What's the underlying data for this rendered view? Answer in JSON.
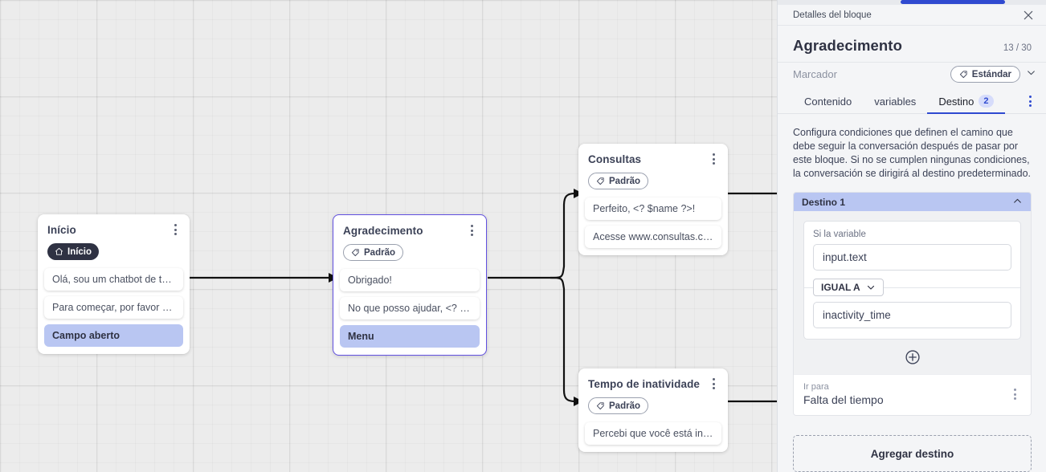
{
  "panel": {
    "topbar_title": "Detalles del bloque",
    "close_icon": "close-icon",
    "block_title": "Agradecimento",
    "char_count": "13 / 30",
    "marcador_label": "Marcador",
    "marcador_value": "Estándar",
    "tabs": [
      {
        "label": "Contenido",
        "badge": ""
      },
      {
        "label": "variables",
        "badge": ""
      },
      {
        "label": "Destino",
        "badge": "2"
      }
    ],
    "description": "Configura condiciones que definen el camino que debe seguir la conversación después de pasar por este bloque. Si no se cumplen ningunas condiciones, la conversación se dirigirá al destino predeterminado.",
    "destination": {
      "header": "Destino 1",
      "condition_label": "Si la variable",
      "variable_value": "input.text",
      "operator": "IGUAL A",
      "compare_value": "inactivity_time",
      "goto_label": "Ir para",
      "goto_value": "Falta del tiempo"
    },
    "add_destination": "Agregar destino",
    "accent_color": "#2f4ad0",
    "highlight_color": "#b9c6f2"
  },
  "canvas": {
    "nodes": [
      {
        "title": "Início",
        "chip": "Início",
        "chip_style": "dark",
        "chip_icon": "home-icon",
        "messages": [
          {
            "text": "Olá, sou um chatbot de teste!",
            "highlight": false
          },
          {
            "text": "Para começar, por favor digite o ...",
            "highlight": false
          },
          {
            "text": "Campo aberto",
            "highlight": true
          }
        ]
      },
      {
        "title": "Agradecimento",
        "chip": "Padrão",
        "chip_style": "outline",
        "chip_icon": "tag-icon",
        "messages": [
          {
            "text": "Obrigado!",
            "highlight": false
          },
          {
            "text": "No que posso ajudar, <? $name ...",
            "highlight": false
          },
          {
            "text": "Menu",
            "highlight": true
          }
        ]
      },
      {
        "title": "Consultas",
        "chip": "Padrão",
        "chip_style": "outline",
        "chip_icon": "tag-icon",
        "messages": [
          {
            "text": "Perfeito, <? $name ?>!",
            "highlight": false
          },
          {
            "text": "Acesse www.consultas.com par...",
            "highlight": false
          }
        ]
      },
      {
        "title": "Tempo de inatividade",
        "chip": "Padrão",
        "chip_style": "outline",
        "chip_icon": "tag-icon",
        "messages": [
          {
            "text": "Percebi que você está inativo. C...",
            "highlight": false
          }
        ]
      }
    ]
  }
}
